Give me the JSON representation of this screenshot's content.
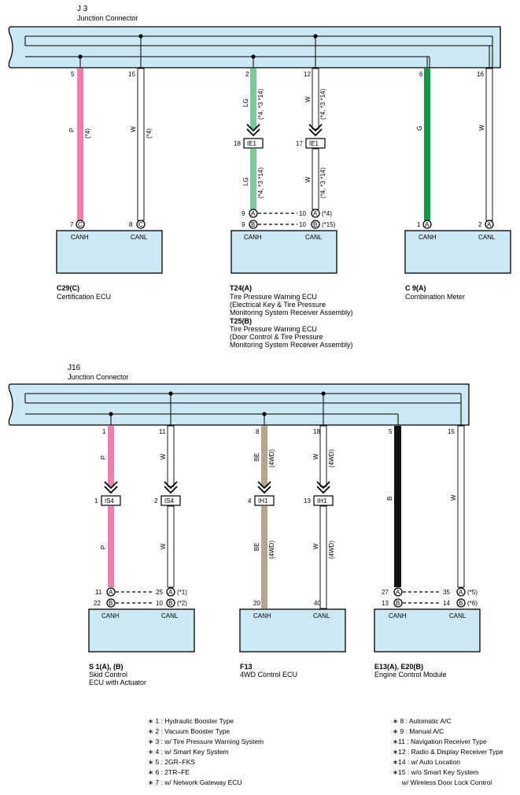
{
  "connector_top": {
    "code": "J 3",
    "name": "Junction Connector"
  },
  "connector_bottom": {
    "code": "J16",
    "name": "Junction Connector"
  },
  "top": {
    "wires": [
      {
        "pin": "5",
        "color_code": "P",
        "note": "(*4)"
      },
      {
        "pin": "15",
        "color_code": "W",
        "note": "(*4)"
      },
      {
        "pin": "2",
        "color_code": "LG",
        "note": "(*4, *3 *14)"
      },
      {
        "pin": "12",
        "color_code": "W",
        "note": "(*4, *3 *14)"
      },
      {
        "pin": "6",
        "color_code": "G",
        "note": ""
      },
      {
        "pin": "16",
        "color_code": "W",
        "note": ""
      }
    ],
    "splice_1": {
      "code": "IE1",
      "pin": "18"
    },
    "splice_2": {
      "code": "IE1",
      "pin": "17"
    },
    "lower_note_1": "(*4, *3 *14)",
    "lower_note_2": "(*4, *3 *14)",
    "lower_color_1": "LG",
    "lower_color_2": "W",
    "ecu1": {
      "id": "C29(C)",
      "name": "Certification ECU",
      "canh": "CANH",
      "canl": "CANL",
      "pin_h": "7",
      "pin_l": "8",
      "letter_h": "C",
      "letter_l": "C"
    },
    "ecu2": {
      "id_a": "T24(A)",
      "name_a": [
        "Tire Pressure Warning ECU",
        "(Electrical Key & Tire Pressure",
        "Monitoring System Receiver Assembly)"
      ],
      "id_b": "T25(B)",
      "name_b": [
        "Tire Pressure Warning ECU",
        "(Door Control & Tire Pressure",
        " Monitoring System Receiver Assembly)"
      ],
      "canh": "CANH",
      "canl": "CANL",
      "row1": {
        "pin_h": "9",
        "letter_h": "A",
        "pin_l": "10",
        "letter_l": "A",
        "note": "(*4)"
      },
      "row2": {
        "pin_h": "9",
        "letter_h": "B",
        "pin_l": "10",
        "letter_l": "B",
        "note": "(*15)"
      }
    },
    "ecu3": {
      "id": "C 9(A)",
      "name": "Combination Meter",
      "canh": "CANH",
      "canl": "CANL",
      "pin_h": "1",
      "pin_l": "2",
      "letter_h": "A",
      "letter_l": "A"
    }
  },
  "bottom": {
    "wires": [
      {
        "pin": "1",
        "color_code": "P",
        "note": ""
      },
      {
        "pin": "11",
        "color_code": "W",
        "note": ""
      },
      {
        "pin": "8",
        "color_code": "BE",
        "note": "(4WD)"
      },
      {
        "pin": "18",
        "color_code": "W",
        "note": "(4WD)"
      },
      {
        "pin": "5",
        "color_code": "B",
        "note": ""
      },
      {
        "pin": "15",
        "color_code": "W",
        "note": ""
      }
    ],
    "splice_1": {
      "code": "IS4",
      "pin": "1"
    },
    "splice_2": {
      "code": "IS4",
      "pin": "2"
    },
    "splice_3": {
      "code": "IH1",
      "pin": "4"
    },
    "splice_4": {
      "code": "IH1",
      "pin": "13"
    },
    "lower_color_1": "P",
    "lower_color_2": "W",
    "lower_color_3": "BE",
    "lower_color_4": "W",
    "lower_note_3": "(4WD)",
    "lower_note_4": "(4WD)",
    "ecu1": {
      "id": "S 1(A), (B)",
      "name": [
        "Skid Control",
        "ECU with Actuator"
      ],
      "canh": "CANH",
      "canl": "CANL",
      "row1": {
        "pin_h": "11",
        "letter_h": "A",
        "pin_l": "25",
        "letter_l": "A",
        "note": "(*1)"
      },
      "row2": {
        "pin_h": "22",
        "letter_h": "B",
        "pin_l": "10",
        "letter_l": "B",
        "note": "(*2)"
      }
    },
    "ecu2": {
      "id": "F13",
      "name": "4WD Control ECU",
      "canh": "CANH",
      "canl": "CANL",
      "pin_h": "20",
      "pin_l": "40"
    },
    "ecu3": {
      "id": "E13(A), E20(B)",
      "name": "Engine Control Module",
      "canh": "CANH",
      "canl": "CANL",
      "row1": {
        "pin_h": "27",
        "letter_h": "A",
        "pin_l": "35",
        "letter_l": "A",
        "note": "(*5)"
      },
      "row2": {
        "pin_h": "13",
        "letter_h": "B",
        "pin_l": "14",
        "letter_l": "B",
        "note": "(*6)"
      }
    }
  },
  "legend_left": [
    "∗ 1 : Hydraulic Booster Type",
    "∗ 2 : Vacuum Booster Type",
    "∗ 3 : w/ Tire Pressure Warning System",
    "∗ 4 : w/ Smart Key System",
    "∗ 5 : 2GR–FKS",
    "∗ 6 : 2TR–FE",
    "∗ 7 : w/ Network Gateway ECU"
  ],
  "legend_right": [
    "∗ 8 : Automatic A/C",
    "∗ 9 : Manual A/C",
    "∗11 : Navigation Receiver Type",
    "∗12 : Radio & Display Receiver Type",
    "∗14 : w/ Auto Location",
    "∗15 : w/o Smart Key System",
    "     w/ Wireless Door Lock Control"
  ],
  "colors": {
    "bus_fill": "#cce8f4",
    "ecu_fill": "#cce8f4",
    "pink": "#f07fb0",
    "lightgreen": "#7fc89a",
    "green": "#119a48",
    "beige": "#b8a48e",
    "black": "#111111"
  }
}
